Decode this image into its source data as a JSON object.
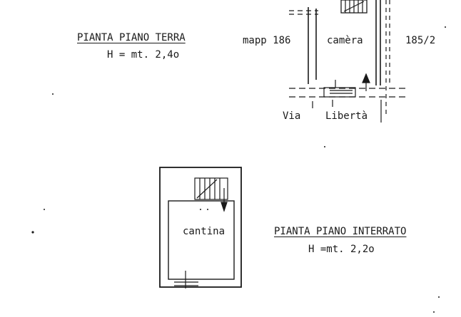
{
  "ground_floor": {
    "title": "PIANTA PIANO TERRA",
    "height": "H = mt. 2,4o",
    "labels": {
      "left_parcel": "mapp 186",
      "room": "camèra",
      "right_parcel": "185/2",
      "street_via": "Via",
      "street_name": "Libertà"
    }
  },
  "basement_floor": {
    "title": "PIANTA PIANO INTERRATO",
    "height": "H =mt. 2,2o",
    "labels": {
      "room": "cantina"
    }
  }
}
